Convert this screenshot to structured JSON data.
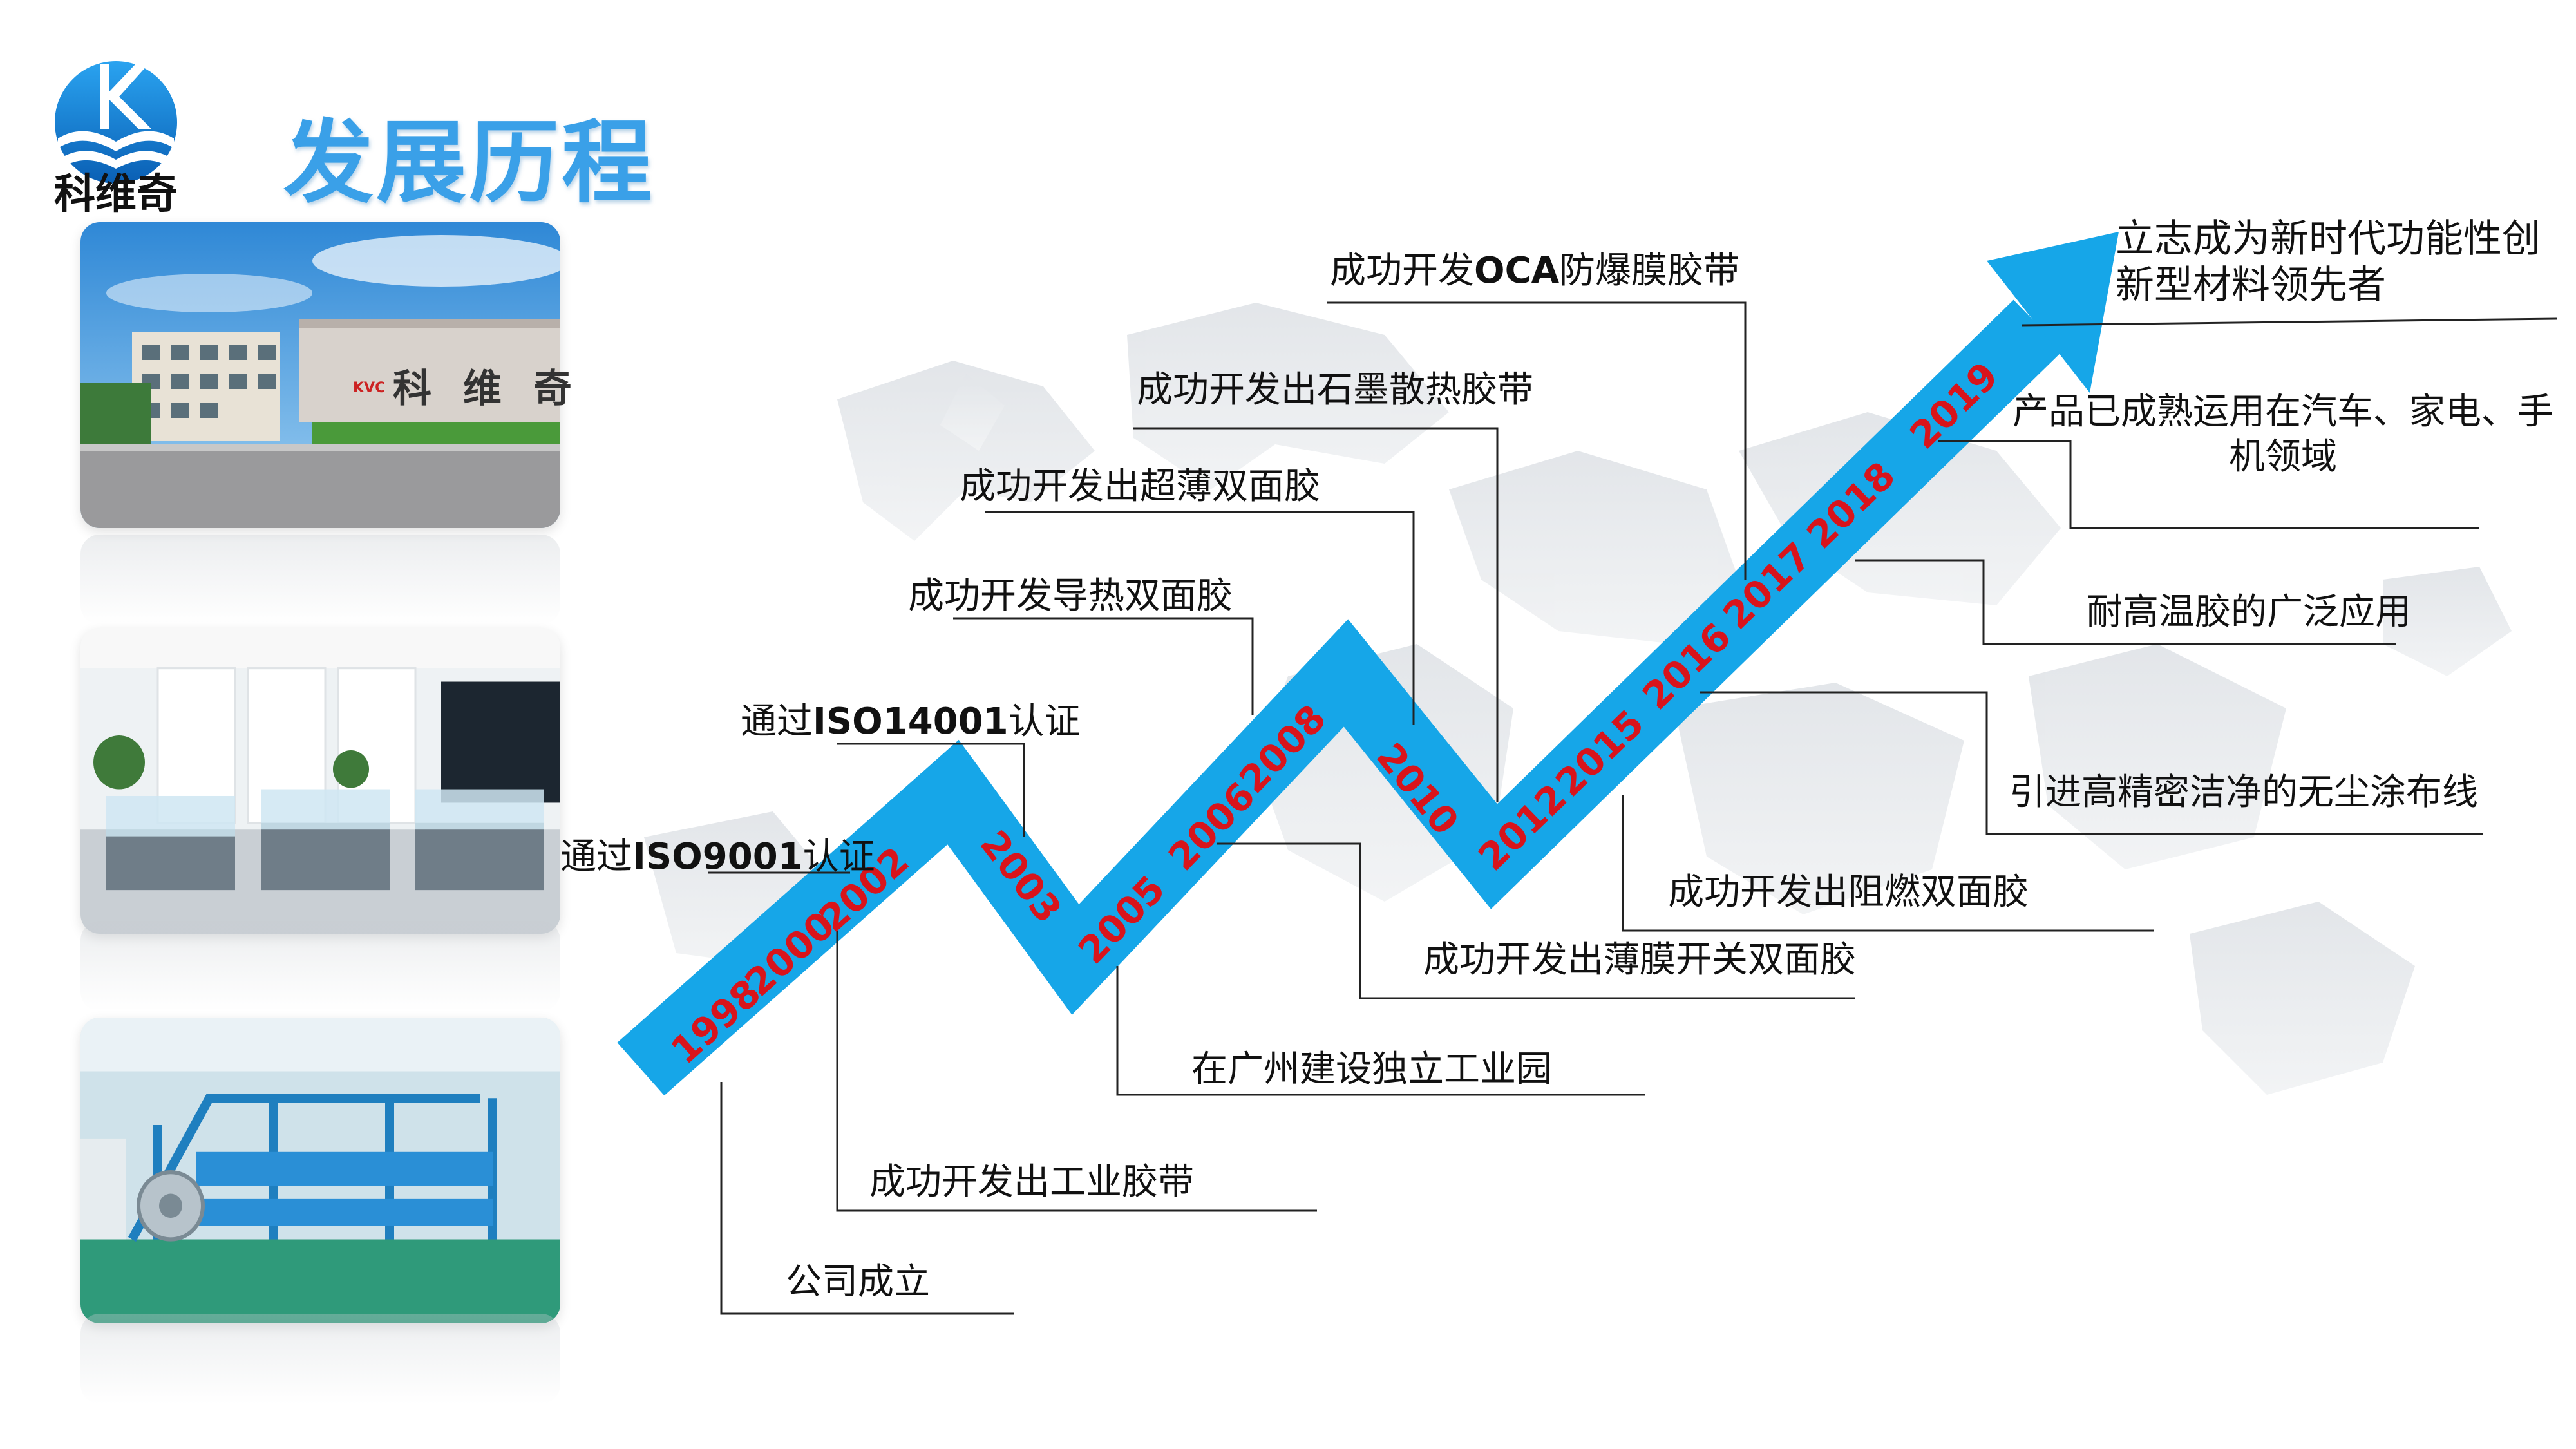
{
  "brand": {
    "name": "科维奇",
    "sign_text": "科 维 奇",
    "sign_tag": "KVC",
    "colors": {
      "arrow": "#16a6e8",
      "title": "#3aa0e8",
      "year_text": "#d8141b",
      "line": "#222222"
    }
  },
  "page": {
    "title": "发展历程"
  },
  "photos": [
    {
      "name": "company-building-photo",
      "icon": "factory-building"
    },
    {
      "name": "office-interior-photo",
      "icon": "office-desks"
    },
    {
      "name": "production-workshop-photo",
      "icon": "coating-line"
    }
  ],
  "timeline": {
    "years": [
      "1998",
      "2000",
      "2002",
      "2003",
      "2005",
      "2006",
      "2008",
      "2010",
      "2012",
      "2015",
      "2016",
      "2017",
      "2018",
      "2019"
    ],
    "milestones": {
      "founded": "公司成立",
      "industrial_tape": "成功开发出工业胶带",
      "iso9001_pre": "通过",
      "iso9001_latin": "ISO9001",
      "iso9001_post": "认证",
      "iso14001_pre": "通过",
      "iso14001_latin": "ISO14001",
      "iso14001_post": "认证",
      "guangzhou_park": "在广州建设独立工业园",
      "thermal_tape": "成功开发导热双面胶",
      "ultrathin_tape": "成功开发出超薄双面胶",
      "film_switch_tape": "成功开发出薄膜开关双面胶",
      "graphite_tape": "成功开发出石墨散热胶带",
      "oca_pre": "成功开发",
      "oca_latin": "OCA",
      "oca_post": "防爆膜胶带",
      "flame_retardant": "成功开发出阻燃双面胶",
      "dust_free_line": "引进高精密洁净的无尘涂布线",
      "high_temp": "耐高温胶的广泛应用",
      "applications": "产品已成熟运用在汽车、家电、手机领域",
      "vision": "立志成为新时代功能性创新型材料领先者"
    }
  }
}
